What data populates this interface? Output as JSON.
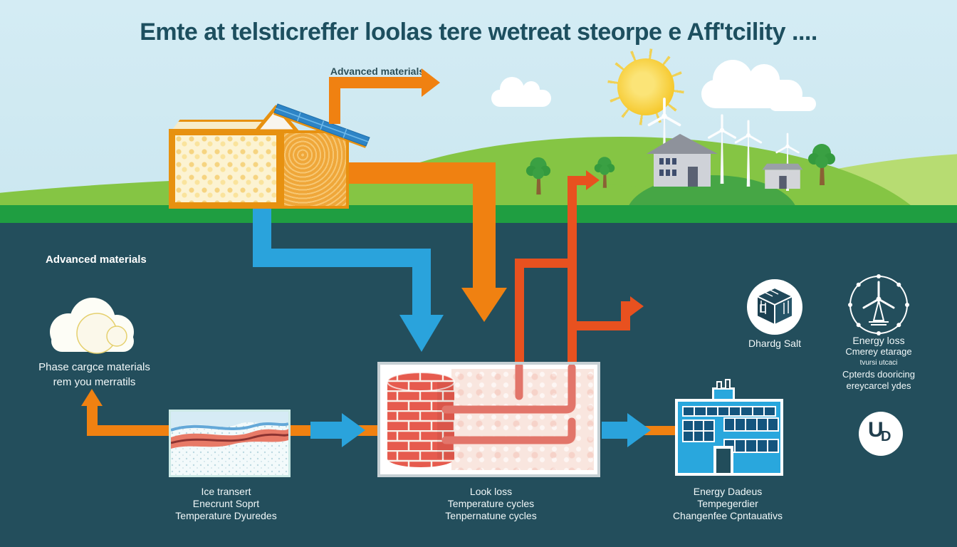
{
  "title": "Emte at telsticreffer loolas tere wetreat steorpe e Aff'tcility ....",
  "top_flow": {
    "label": "Advanced materials"
  },
  "underground": {
    "heading": "Advanced materials",
    "phase_change": {
      "line1": "Phase cargce materials",
      "line2": "rem you merratils"
    },
    "ice_store": {
      "line1": "Ice transert",
      "line2": "Enecrunt Soprt",
      "line3": "Temperature Dyuredes"
    },
    "heat_store": {
      "line1": "Look loss",
      "line2": "Temperature cycles",
      "line3": "Tenpernatune cycles"
    },
    "energy_use": {
      "line1": "Energy Dadeus",
      "line2": "Tempegerdier",
      "line3": "Changenfee Cpntauativs"
    },
    "salt_icon_label": "Dhardg Salt",
    "network_labels": {
      "line1": "Energy loss",
      "line2": "Cmerey etarage",
      "line3": "tvursi utcaci",
      "line4": "Cpterds dooricing",
      "line5": "ereycarcel ydes"
    },
    "monogram": {
      "u": "U",
      "d": "D"
    }
  },
  "colors": {
    "sky": "#cfe9f2",
    "hill": "#85c544",
    "hill_light": "#b7dc72",
    "ground_strip": "#1f9e41",
    "underground": "#234e5c",
    "orange": "#f08111",
    "red_orange": "#e8511f",
    "blue": "#2aa3dc",
    "house_orange": "#e79110",
    "solar_blue": "#2d84c6",
    "brick_red": "#e65b4e",
    "pipe_salmon": "#e2756a",
    "building_blue": "#29a7dd",
    "title_text": "#1d4f5f"
  }
}
